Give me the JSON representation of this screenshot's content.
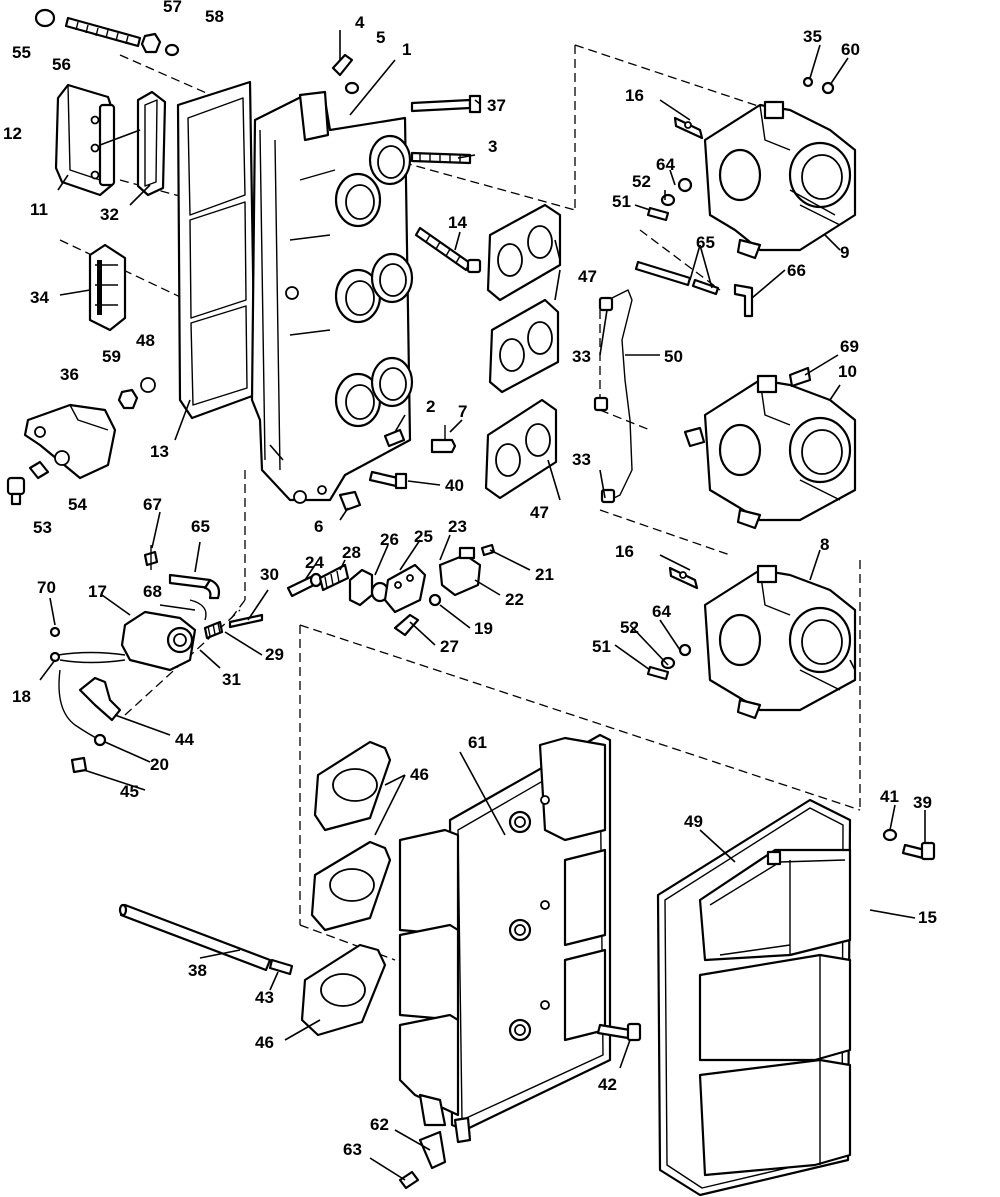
{
  "callouts": {
    "c1": "1",
    "c2": "2",
    "c3": "3",
    "c4": "4",
    "c5": "5",
    "c6": "6",
    "c7": "7",
    "c8": "8",
    "c9": "9",
    "c10": "10",
    "c11": "11",
    "c12": "12",
    "c13": "13",
    "c14": "14",
    "c15": "15",
    "c16a": "16",
    "c16b": "16",
    "c17": "17",
    "c18": "18",
    "c19": "19",
    "c20": "20",
    "c21": "21",
    "c22": "22",
    "c23": "23",
    "c24": "24",
    "c25": "25",
    "c26": "26",
    "c27": "27",
    "c28": "28",
    "c29": "29",
    "c30": "30",
    "c31": "31",
    "c32": "32",
    "c33a": "33",
    "c33b": "33",
    "c34": "34",
    "c35": "35",
    "c36": "36",
    "c37": "37",
    "c38": "38",
    "c39": "39",
    "c40": "40",
    "c41": "41",
    "c42": "42",
    "c43": "43",
    "c44": "44",
    "c45": "45",
    "c46a": "46",
    "c46b": "46",
    "c47a": "47",
    "c47b": "47",
    "c48": "48",
    "c49": "49",
    "c50": "50",
    "c51a": "51",
    "c51b": "51",
    "c52a": "52",
    "c52b": "52",
    "c53": "53",
    "c54": "54",
    "c55": "55",
    "c56": "56",
    "c57": "57",
    "c58": "58",
    "c59": "59",
    "c60": "60",
    "c61": "61",
    "c62": "62",
    "c63": "63",
    "c64a": "64",
    "c64b": "64",
    "c65a": "65",
    "c65b": "65",
    "c66": "66",
    "c67": "67",
    "c68": "68",
    "c69": "69",
    "c70": "70"
  }
}
